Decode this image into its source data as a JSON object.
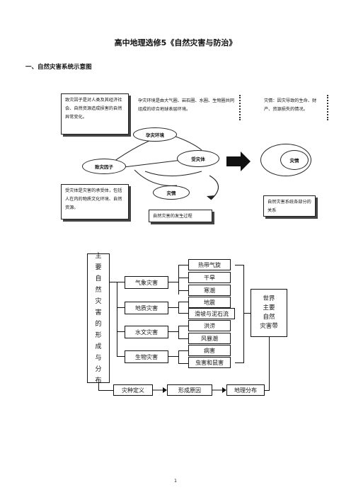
{
  "title": "高中地理选修5《自然灾害与防治》",
  "section_heading": "一、自然灾害系统示意图",
  "diagram1": {
    "note_factor": "致灾因子是对人类及其经济社会、自然资源造成损害的自然异常变化。",
    "note_environment": "孕灾环境是由大气圈、岩石圈、水圈、生物圈共同组成的综合地球表层环境。",
    "note_disaster": "灾情：因灾导致的生命、财产、资源损失的情况。",
    "note_body": "受灾体是灾害的承受体，包括人在内的物质文化环境、自然资源。",
    "ellipse_env": "孕灾环境",
    "ellipse_factor": "致灾因子",
    "ellipse_body": "受灾体",
    "ellipse_situation": "灾情",
    "ellipse_disaster": "灾情",
    "caption_process": "自然灾害的发生过程",
    "caption_system": "自然灾害系统各部分的关系"
  },
  "diagram2": {
    "main_vertical": [
      "主",
      "要",
      "自",
      "然",
      "灾",
      "害",
      "的",
      "形",
      "成",
      "与",
      "分",
      "布"
    ],
    "categories": [
      "气象灾害",
      "地质灾害",
      "水文灾害",
      "生物灾害"
    ],
    "disasters": [
      "热带气旋",
      "干旱",
      "寒潮",
      "地震",
      "滑坡与泥石流",
      "洪涝",
      "风暴潮",
      "病害",
      "虫害和鼠害"
    ],
    "belt_lines": [
      "世界",
      "主要",
      "自然",
      "灾害带"
    ],
    "bottom": [
      "灾种定义",
      "形成原因",
      "地理分布"
    ]
  },
  "page_number": "1"
}
